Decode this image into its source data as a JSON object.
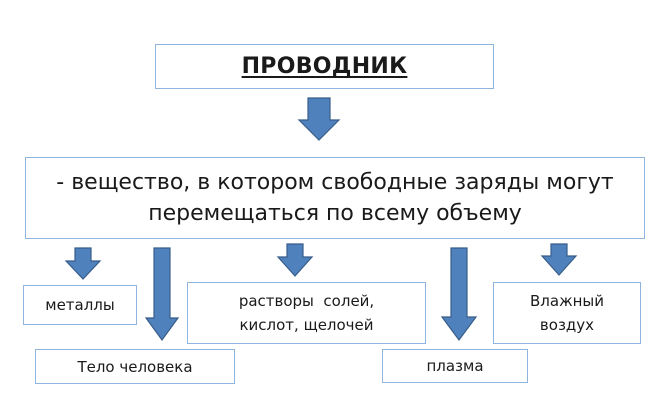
{
  "diagram": {
    "title": "ПРОВОДНИК",
    "definition_line1": "- вещество, в котором свободные заряды могут",
    "definition_line2": "перемещаться по всему объему",
    "examples": {
      "metals": "металлы",
      "solutions_line1": "растворы  солей,",
      "solutions_line2": "кислот, щелочей",
      "air_line1": "Влажный",
      "air_line2": "воздух",
      "human_body": "Тело человека",
      "plasma": "плазма"
    }
  },
  "colors": {
    "arrow_fill": "#4f81bd",
    "arrow_stroke": "#385d8a",
    "box_border": "#8fb4de"
  }
}
